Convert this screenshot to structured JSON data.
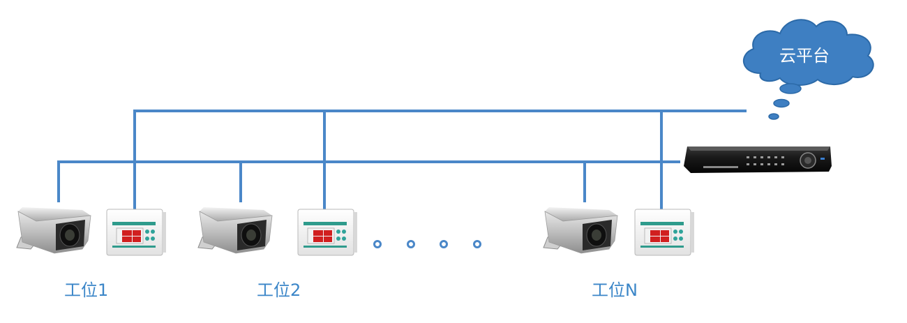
{
  "cloud": {
    "label": "云平台"
  },
  "stations": [
    {
      "label": "工位1"
    },
    {
      "label": "工位2"
    },
    {
      "label": "工位N"
    }
  ],
  "colors": {
    "line": "#4a87c8",
    "cloud_fill": "#3e7fc2",
    "cloud_stroke": "#2c6aa8",
    "dots": "#4a87c8",
    "label": "#3b86c8"
  }
}
